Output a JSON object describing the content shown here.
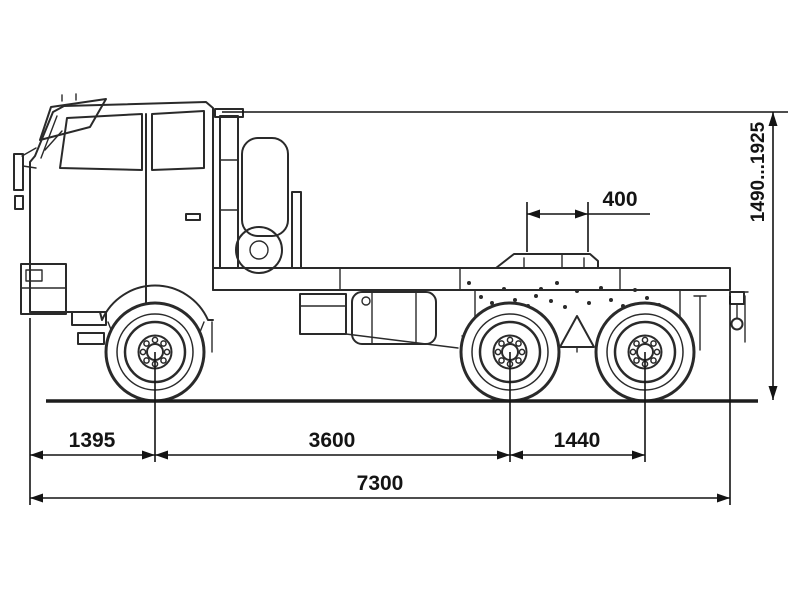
{
  "diagram": {
    "subject": "truck tractor side view dimension drawing",
    "colors": {
      "line": "#2a2a2a",
      "dimension": "#141414",
      "background": "#ffffff"
    },
    "dimensions": {
      "fifth_wheel_offset": "400",
      "overall_height_range": "1490...1925",
      "front_overhang": "1395",
      "wheelbase_front_to_middle": "3600",
      "rear_bogie_spacing": "1440",
      "overall_length": "7300"
    }
  }
}
